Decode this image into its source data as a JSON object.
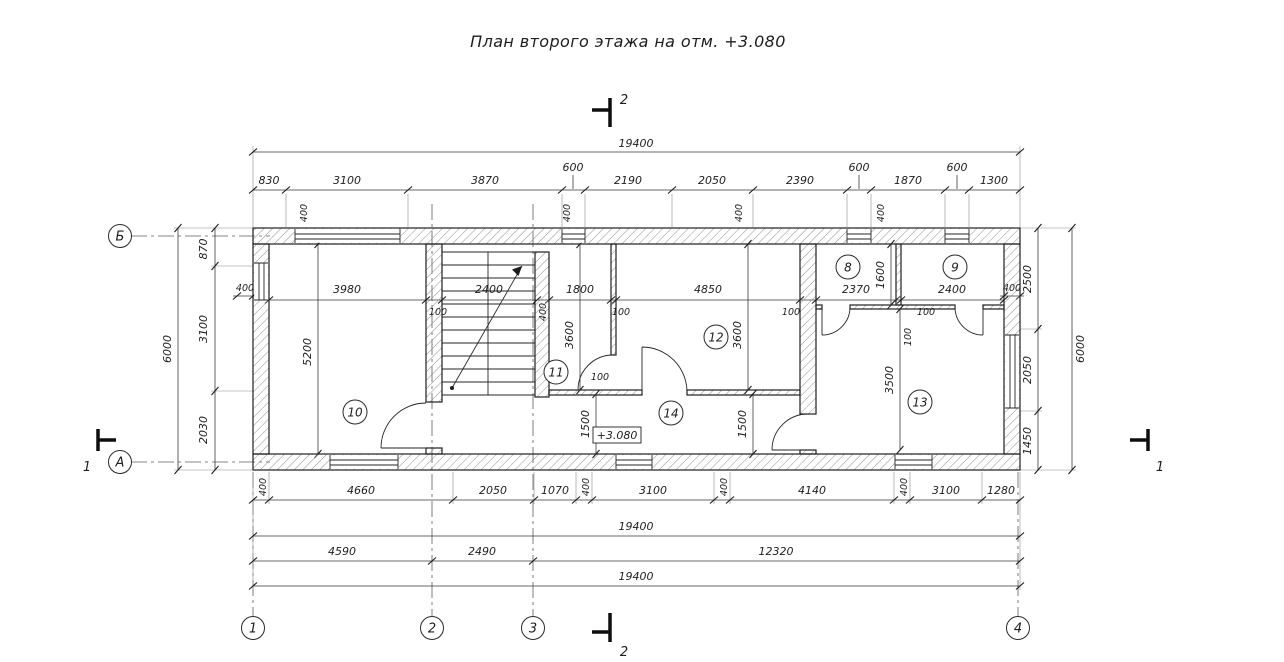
{
  "title": "План второго этажа на отм. +3.080",
  "elevation_mark": "+3.080",
  "axes": {
    "b": "Б",
    "a": "А",
    "c1": "1",
    "c2": "2",
    "c3": "3",
    "c4": "4"
  },
  "sections": {
    "s1": "1",
    "s2": "2"
  },
  "rooms": {
    "r8": "8",
    "r9": "9",
    "r10": "10",
    "r11": "11",
    "r12": "12",
    "r13": "13",
    "r14": "14"
  },
  "dims": {
    "total": "19400",
    "top_chain": [
      "830",
      "3100",
      "3870",
      "600",
      "2190",
      "2050",
      "2390",
      "600",
      "1870",
      "600",
      "1300"
    ],
    "interior_chain": [
      "3980",
      "2400",
      "1800",
      "4850",
      "2370",
      "2400"
    ],
    "bottom_chain": [
      "400",
      "4660",
      "2050",
      "1070",
      "400",
      "3100",
      "400",
      "4140",
      "400",
      "3100",
      "1280"
    ],
    "axis_chain": [
      "4590",
      "2490",
      "12320"
    ],
    "left_total": "6000",
    "left_chain": [
      "870",
      "3100",
      "2030"
    ],
    "right_total": "6000",
    "right_chain": [
      "2500",
      "2050",
      "1450"
    ],
    "v5200": "5200",
    "v3600": "3600",
    "v1500": "1500",
    "v3500": "3500",
    "v1600": "1600",
    "wall400": "400",
    "part100": "100"
  }
}
